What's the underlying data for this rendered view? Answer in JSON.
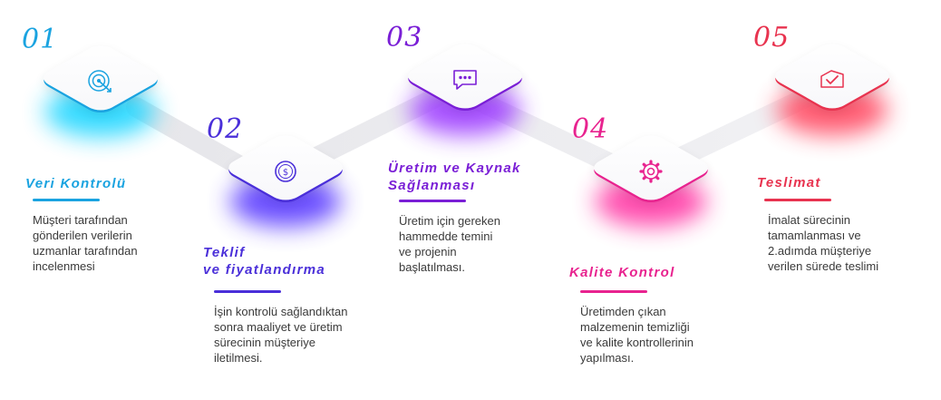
{
  "steps": [
    {
      "number": "01",
      "title": "Veri Kontrolü",
      "description": "Müşteri tarafından\ngönderilen verilerin\nuzmanlar tarafından\nincelenmesi",
      "color": "#1aa3e0",
      "glow": "#20d6ff",
      "icon": "target-icon"
    },
    {
      "number": "02",
      "title": "Teklif\nve fiyatlandırma",
      "description": "İşin kontrolü sağlandıktan\nsonra maaliyet ve üretim\nsürecinin  müşteriye\niletilmesi.",
      "color": "#4a2fd9",
      "glow": "#5b3cff",
      "icon": "coin-icon"
    },
    {
      "number": "03",
      "title": "Üretim ve Kaynak\nSağlanması",
      "description": "Üretim için gereken\nhammedde temini\nve projenin\nbaşlatılması.",
      "color": "#7a1fd6",
      "glow": "#9d3dff",
      "icon": "chat-icon"
    },
    {
      "number": "04",
      "title": "Kalite Kontrol",
      "description": "Üretimden çıkan\nmalzemenin temizliği\nve kalite kontrollerinin\nyapılması.",
      "color": "#e8238f",
      "glow": "#ff3aa6",
      "icon": "gear-icon"
    },
    {
      "number": "05",
      "title": "Teslimat",
      "description": "İmalat sürecinin\ntamamlanması ve\n2.adımda müşteriye\nverilen sürede teslimi",
      "color": "#e8334f",
      "glow": "#ff4a63",
      "icon": "check-icon"
    }
  ]
}
